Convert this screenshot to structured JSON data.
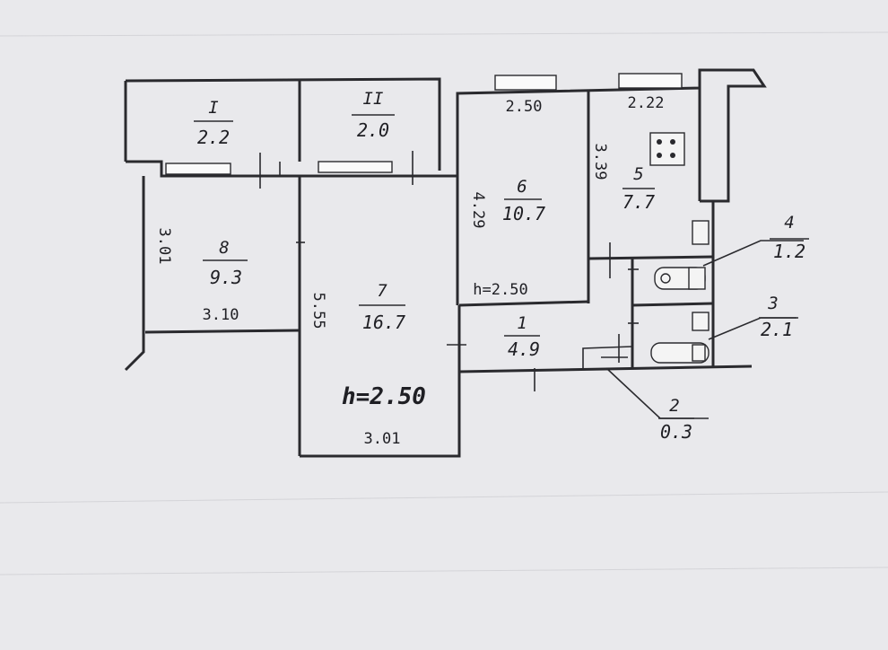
{
  "rooms": [
    {
      "id": "balcony-1",
      "num": "I",
      "area": "2.2"
    },
    {
      "id": "balcony-2",
      "num": "II",
      "area": "2.0"
    },
    {
      "id": "room-6",
      "num": "6",
      "area": "10.7"
    },
    {
      "id": "room-5",
      "num": "5",
      "area": "7.7"
    },
    {
      "id": "room-8",
      "num": "8",
      "area": "9.3"
    },
    {
      "id": "room-7",
      "num": "7",
      "area": "16.7"
    },
    {
      "id": "room-1",
      "num": "1",
      "area": "4.9"
    },
    {
      "id": "room-4",
      "num": "4",
      "area": "1.2"
    },
    {
      "id": "room-3",
      "num": "3",
      "area": "2.1"
    },
    {
      "id": "room-2",
      "num": "2",
      "area": "0.3"
    }
  ],
  "dimensions": {
    "room6_width": "2.50",
    "room5_width": "2.22",
    "room5_depth": "3.39",
    "room6_depth": "4.29",
    "room6_height": "h=2.50",
    "room8_depth": "3.01",
    "room8_width": "3.10",
    "room7_depth": "5.55",
    "room7_height": "h=2.50",
    "room7_width": "3.01"
  }
}
